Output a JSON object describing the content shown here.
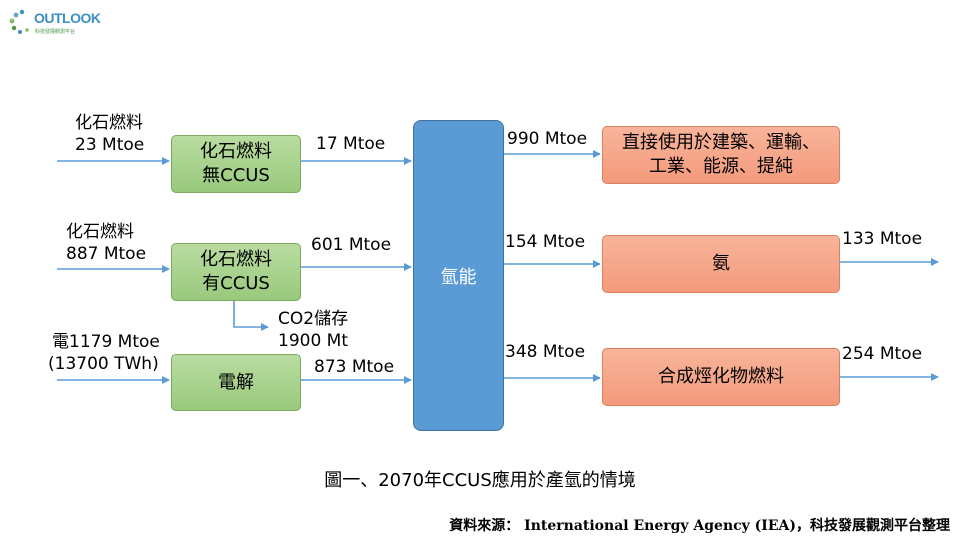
{
  "logo": {
    "name": "OUTLOOK",
    "subtitle": "科技發展觀測平台"
  },
  "inputs": {
    "fossil_no_ccus": {
      "label": "化石燃料",
      "value": "23 Mtoe"
    },
    "fossil_ccus": {
      "label": "化石燃料",
      "value": "887 Mtoe"
    },
    "electricity": {
      "label": "電1179 Mtoe",
      "value": "(13700 TWh)"
    }
  },
  "processes": {
    "fossil_no_ccus": {
      "line1": "化石燃料",
      "line2": "無CCUS",
      "output": "17 Mtoe"
    },
    "fossil_ccus": {
      "line1": "化石燃料",
      "line2": "有CCUS",
      "output": "601 Mtoe"
    },
    "electrolysis": {
      "label": "電解",
      "output": "873 Mtoe"
    }
  },
  "storage": {
    "line1": "CO2儲存",
    "line2": "1900 Mt"
  },
  "hub": {
    "label": "氫能"
  },
  "outputs": {
    "direct": {
      "flow": "990 Mtoe",
      "line1": "直接使用於建築、運輸、",
      "line2": "工業、能源、提純"
    },
    "ammonia": {
      "flow": "154 Mtoe",
      "label": "氨",
      "out_flow": "133 Mtoe"
    },
    "synfuel": {
      "flow": "348 Mtoe",
      "label": "合成烴化物燃料",
      "out_flow": "254 Mtoe"
    }
  },
  "colors": {
    "arrow": "#5b9bd5",
    "hub": "#5b9bd5",
    "green_box": "#a9d18e",
    "orange_box": "#f4b183"
  },
  "caption": "圖一、2070年CCUS應用於產氫的情境",
  "source": "資料來源： International Energy Agency (IEA)，科技發展觀測平台整理"
}
